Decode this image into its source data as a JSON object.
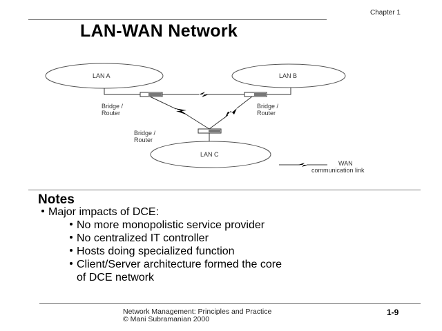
{
  "header": {
    "chapter": "Chapter 1",
    "title": "LAN-WAN Network"
  },
  "diagram": {
    "lans": [
      {
        "label": "LAN A"
      },
      {
        "label": "LAN B"
      },
      {
        "label": "LAN C"
      }
    ],
    "routers": [
      {
        "label_line1": "Bridge /",
        "label_line2": "Router"
      },
      {
        "label_line1": "Bridge /",
        "label_line2": "Router"
      },
      {
        "label_line1": "Bridge /",
        "label_line2": "Router"
      }
    ],
    "legend": {
      "line1": "WAN",
      "line2": "communication link"
    },
    "colors": {
      "line": "#333333",
      "router_fill": "#777777"
    }
  },
  "notes": {
    "title": "Notes",
    "items": [
      "Major impacts of DCE:",
      "No more monopolistic service provider",
      "No centralized IT controller",
      "Hosts doing specialized function",
      "Client/Server architecture formed the core",
      "of DCE network"
    ]
  },
  "footer": {
    "line1": "Network Management: Principles and Practice",
    "line2": "© Mani Subramanian 2000",
    "page": "1-9"
  }
}
